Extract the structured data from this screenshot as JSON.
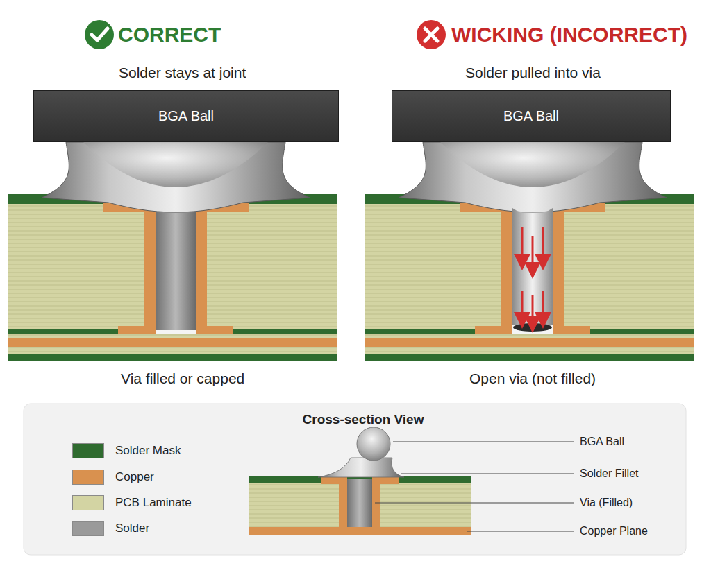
{
  "diagram": {
    "nodes": [
      {
        "text": [
          "BGA Ball"
        ]
      },
      {
        "text": [
          "BGA Ball"
        ]
      },
      {
        "text": [
          "Cross-section View"
        ]
      }
    ],
    "labels": [
      "CORRECT",
      "Solder stays at joint",
      "Via filled or capped",
      "WICKING (INCORRECT)",
      "Solder pulled into via",
      "Open via (not filled)",
      "BGA Ball",
      "Solder Fillet",
      "Via (Filled)",
      "Copper Plane"
    ],
    "legend": [
      {
        "text": "Solder Mask",
        "color": "#2f6b2f"
      },
      {
        "text": "Copper",
        "color": "#d9914f"
      },
      {
        "text": "PCB Laminate",
        "color": "#d3d4a3"
      },
      {
        "text": "Solder",
        "color": "#9a9a9a"
      }
    ]
  }
}
